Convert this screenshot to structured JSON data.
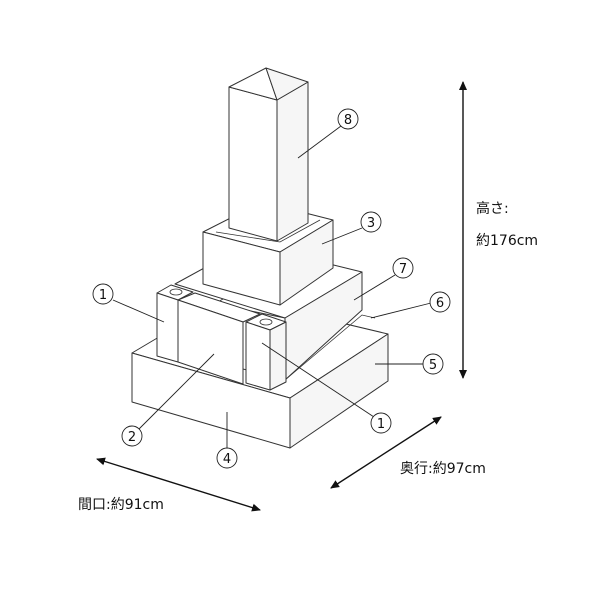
{
  "dimensions": {
    "height_label": "高さ:",
    "height_value": "約176cm",
    "depth_label": "奥行:約97cm",
    "width_label": "間口:約91cm"
  },
  "callouts": [
    "8",
    "3",
    "7",
    "6",
    "5",
    "1",
    "1",
    "2",
    "4"
  ],
  "line_color": "#333333"
}
